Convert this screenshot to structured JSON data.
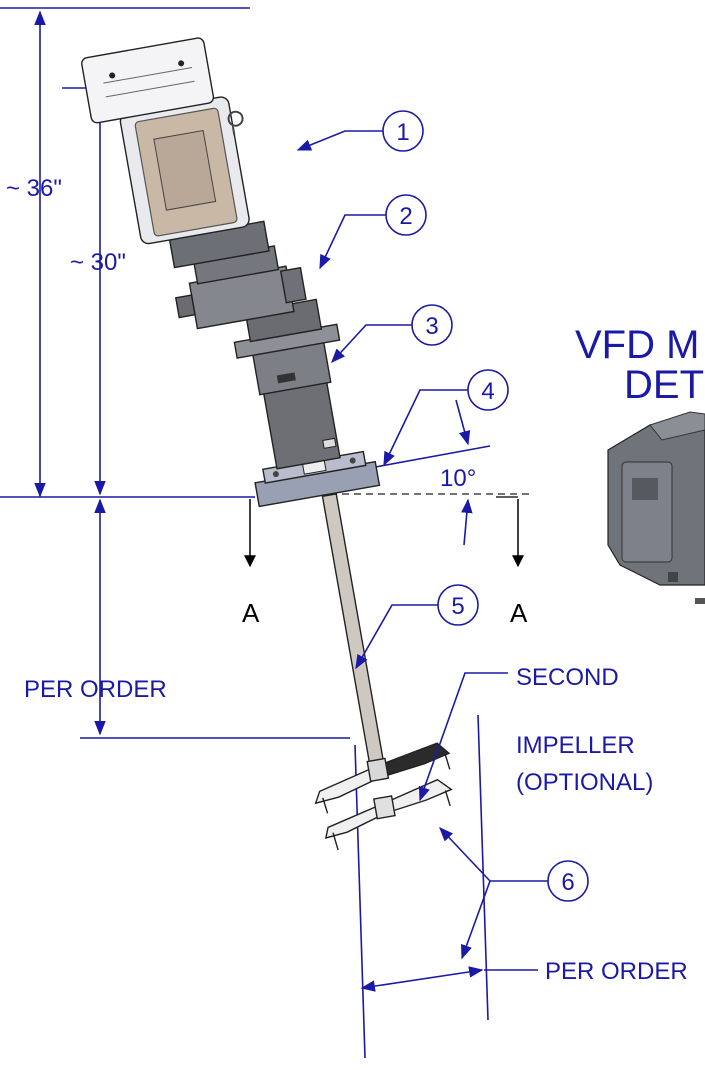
{
  "dimensions": {
    "overall_height": "~ 36\"",
    "motor_to_mount_height": "~ 30\"",
    "shaft_length": "PER ORDER",
    "impeller_diameter": "PER ORDER",
    "mount_angle": "10°"
  },
  "callouts": [
    "1",
    "2",
    "3",
    "4",
    "5",
    "6"
  ],
  "section_marks": {
    "left": "A",
    "right": "A"
  },
  "second_impeller_note": {
    "line1": "SECOND",
    "line2": "IMPELLER",
    "line3": "(OPTIONAL)"
  },
  "vfd_detail": {
    "line1": "VFD M",
    "line2": "DET"
  },
  "colors": {
    "annotation_blue": "#1a1aa6",
    "motor_gray": "#cfcfd4",
    "gearbox_gray": "#8a8c92",
    "shaft_gray": "#cfc8c0",
    "impeller_dark": "#2b2b2b",
    "vfd_gray": "#6f747b"
  }
}
